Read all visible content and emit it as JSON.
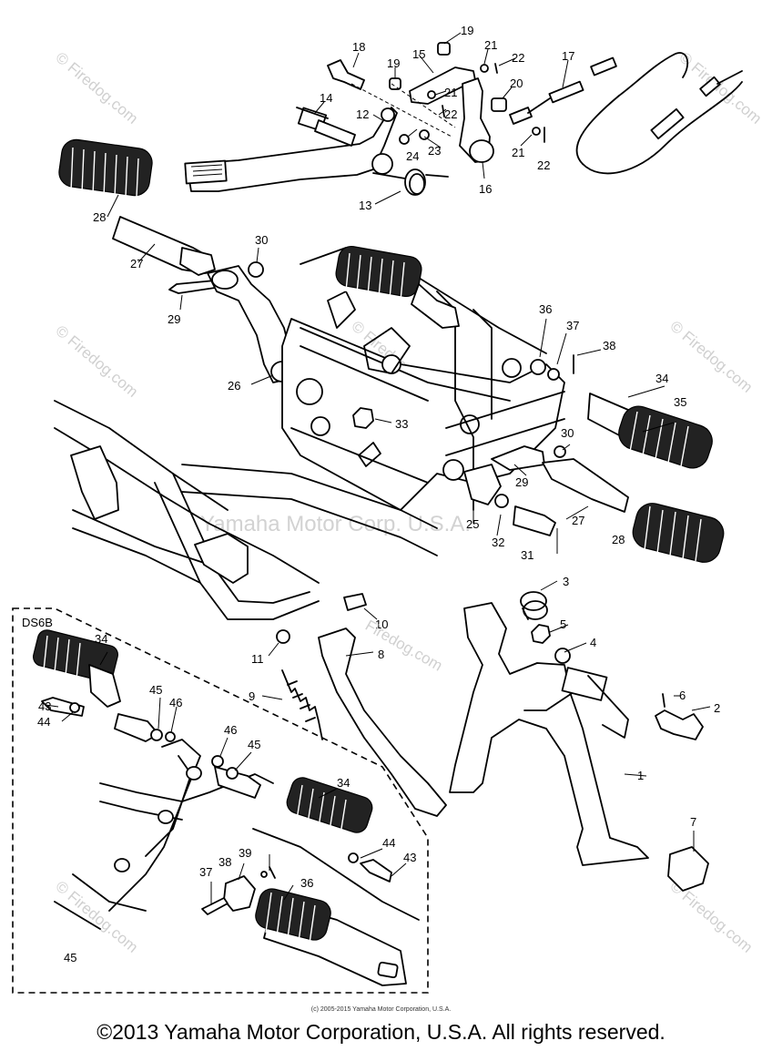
{
  "watermarks": {
    "site": "© Firedog.com",
    "center": "Yamaha Motor Corp. U.S.A.",
    "inline": "Firedog.com"
  },
  "inset": {
    "title": "DS6B",
    "note": "45"
  },
  "labels": {
    "l1": "1",
    "l2": "2",
    "l3": "3",
    "l4": "4",
    "l5": "5",
    "l6": "6",
    "l7": "7",
    "l8": "8",
    "l9": "9",
    "l10": "10",
    "l11": "11",
    "l12": "12",
    "l13": "13",
    "l14": "14",
    "l15": "15",
    "l16": "16",
    "l17": "17",
    "l18": "18",
    "l19a": "19",
    "l19b": "19",
    "l20": "20",
    "l21a": "21",
    "l21b": "21",
    "l21c": "21",
    "l22a": "22",
    "l22b": "22",
    "l22c": "22",
    "l23": "23",
    "l24": "24",
    "l25": "25",
    "l26": "26",
    "l27a": "27",
    "l27b": "27",
    "l28a": "28",
    "l28b": "28",
    "l29a": "29",
    "l29b": "29",
    "l30a": "30",
    "l30b": "30",
    "l31": "31",
    "l32": "32",
    "l33": "33",
    "l34a": "34",
    "l34b": "34",
    "l34c": "34",
    "l35": "35",
    "l36a": "36",
    "l36b": "36",
    "l37a": "37",
    "l37b": "37",
    "l38a": "38",
    "l38b": "38",
    "l39": "39",
    "l43a": "43",
    "l43b": "43",
    "l44a": "44",
    "l44b": "44",
    "l45a": "45",
    "l45b": "45",
    "l46a": "46",
    "l46b": "46"
  },
  "footer": {
    "small": "(c) 2005-2015 Yamaha Motor Corporation, U.S.A.",
    "copyright": "©2013 Yamaha Motor Corporation, U.S.A. All rights reserved."
  }
}
